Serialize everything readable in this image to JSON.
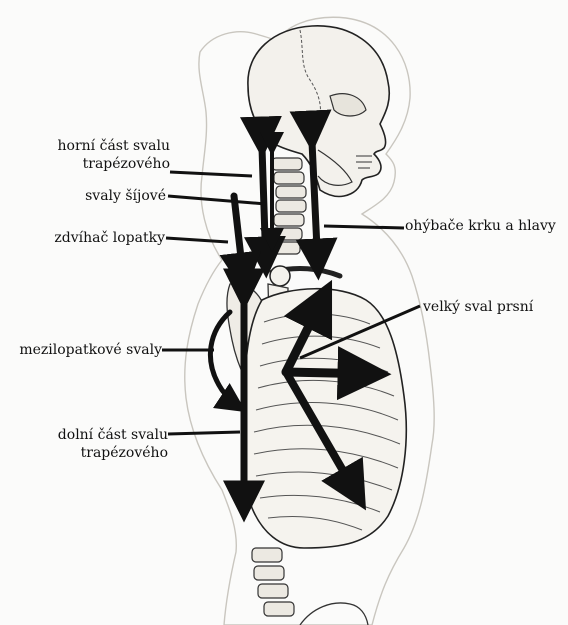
{
  "labels": {
    "upper_trapezius_line1": "horní část svalu",
    "upper_trapezius_line2": "trapézového",
    "neck_muscles": "svaly šíjové",
    "levator_scapulae": "zdvíhač lopatky",
    "neck_head_flexors": "ohýbače krku a hlavy",
    "pectoralis_major": "velký sval prsní",
    "interscapular": "mezilopatkové svaly",
    "lower_trapezius_line1": "dolní část svalu",
    "lower_trapezius_line2": "trapézového"
  },
  "colors": {
    "ink": "#111111",
    "outline": "#b8b5ae",
    "bone_fill": "#f3f1ec"
  }
}
